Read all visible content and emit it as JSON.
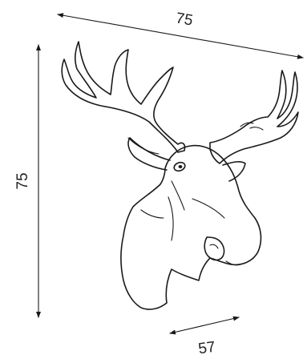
{
  "dimensions": {
    "top_width": "75",
    "height": "75",
    "depth": "57"
  },
  "colors": {
    "stroke": "#1a1a1a",
    "background": "#ffffff"
  },
  "subject": "moose-head-outline"
}
